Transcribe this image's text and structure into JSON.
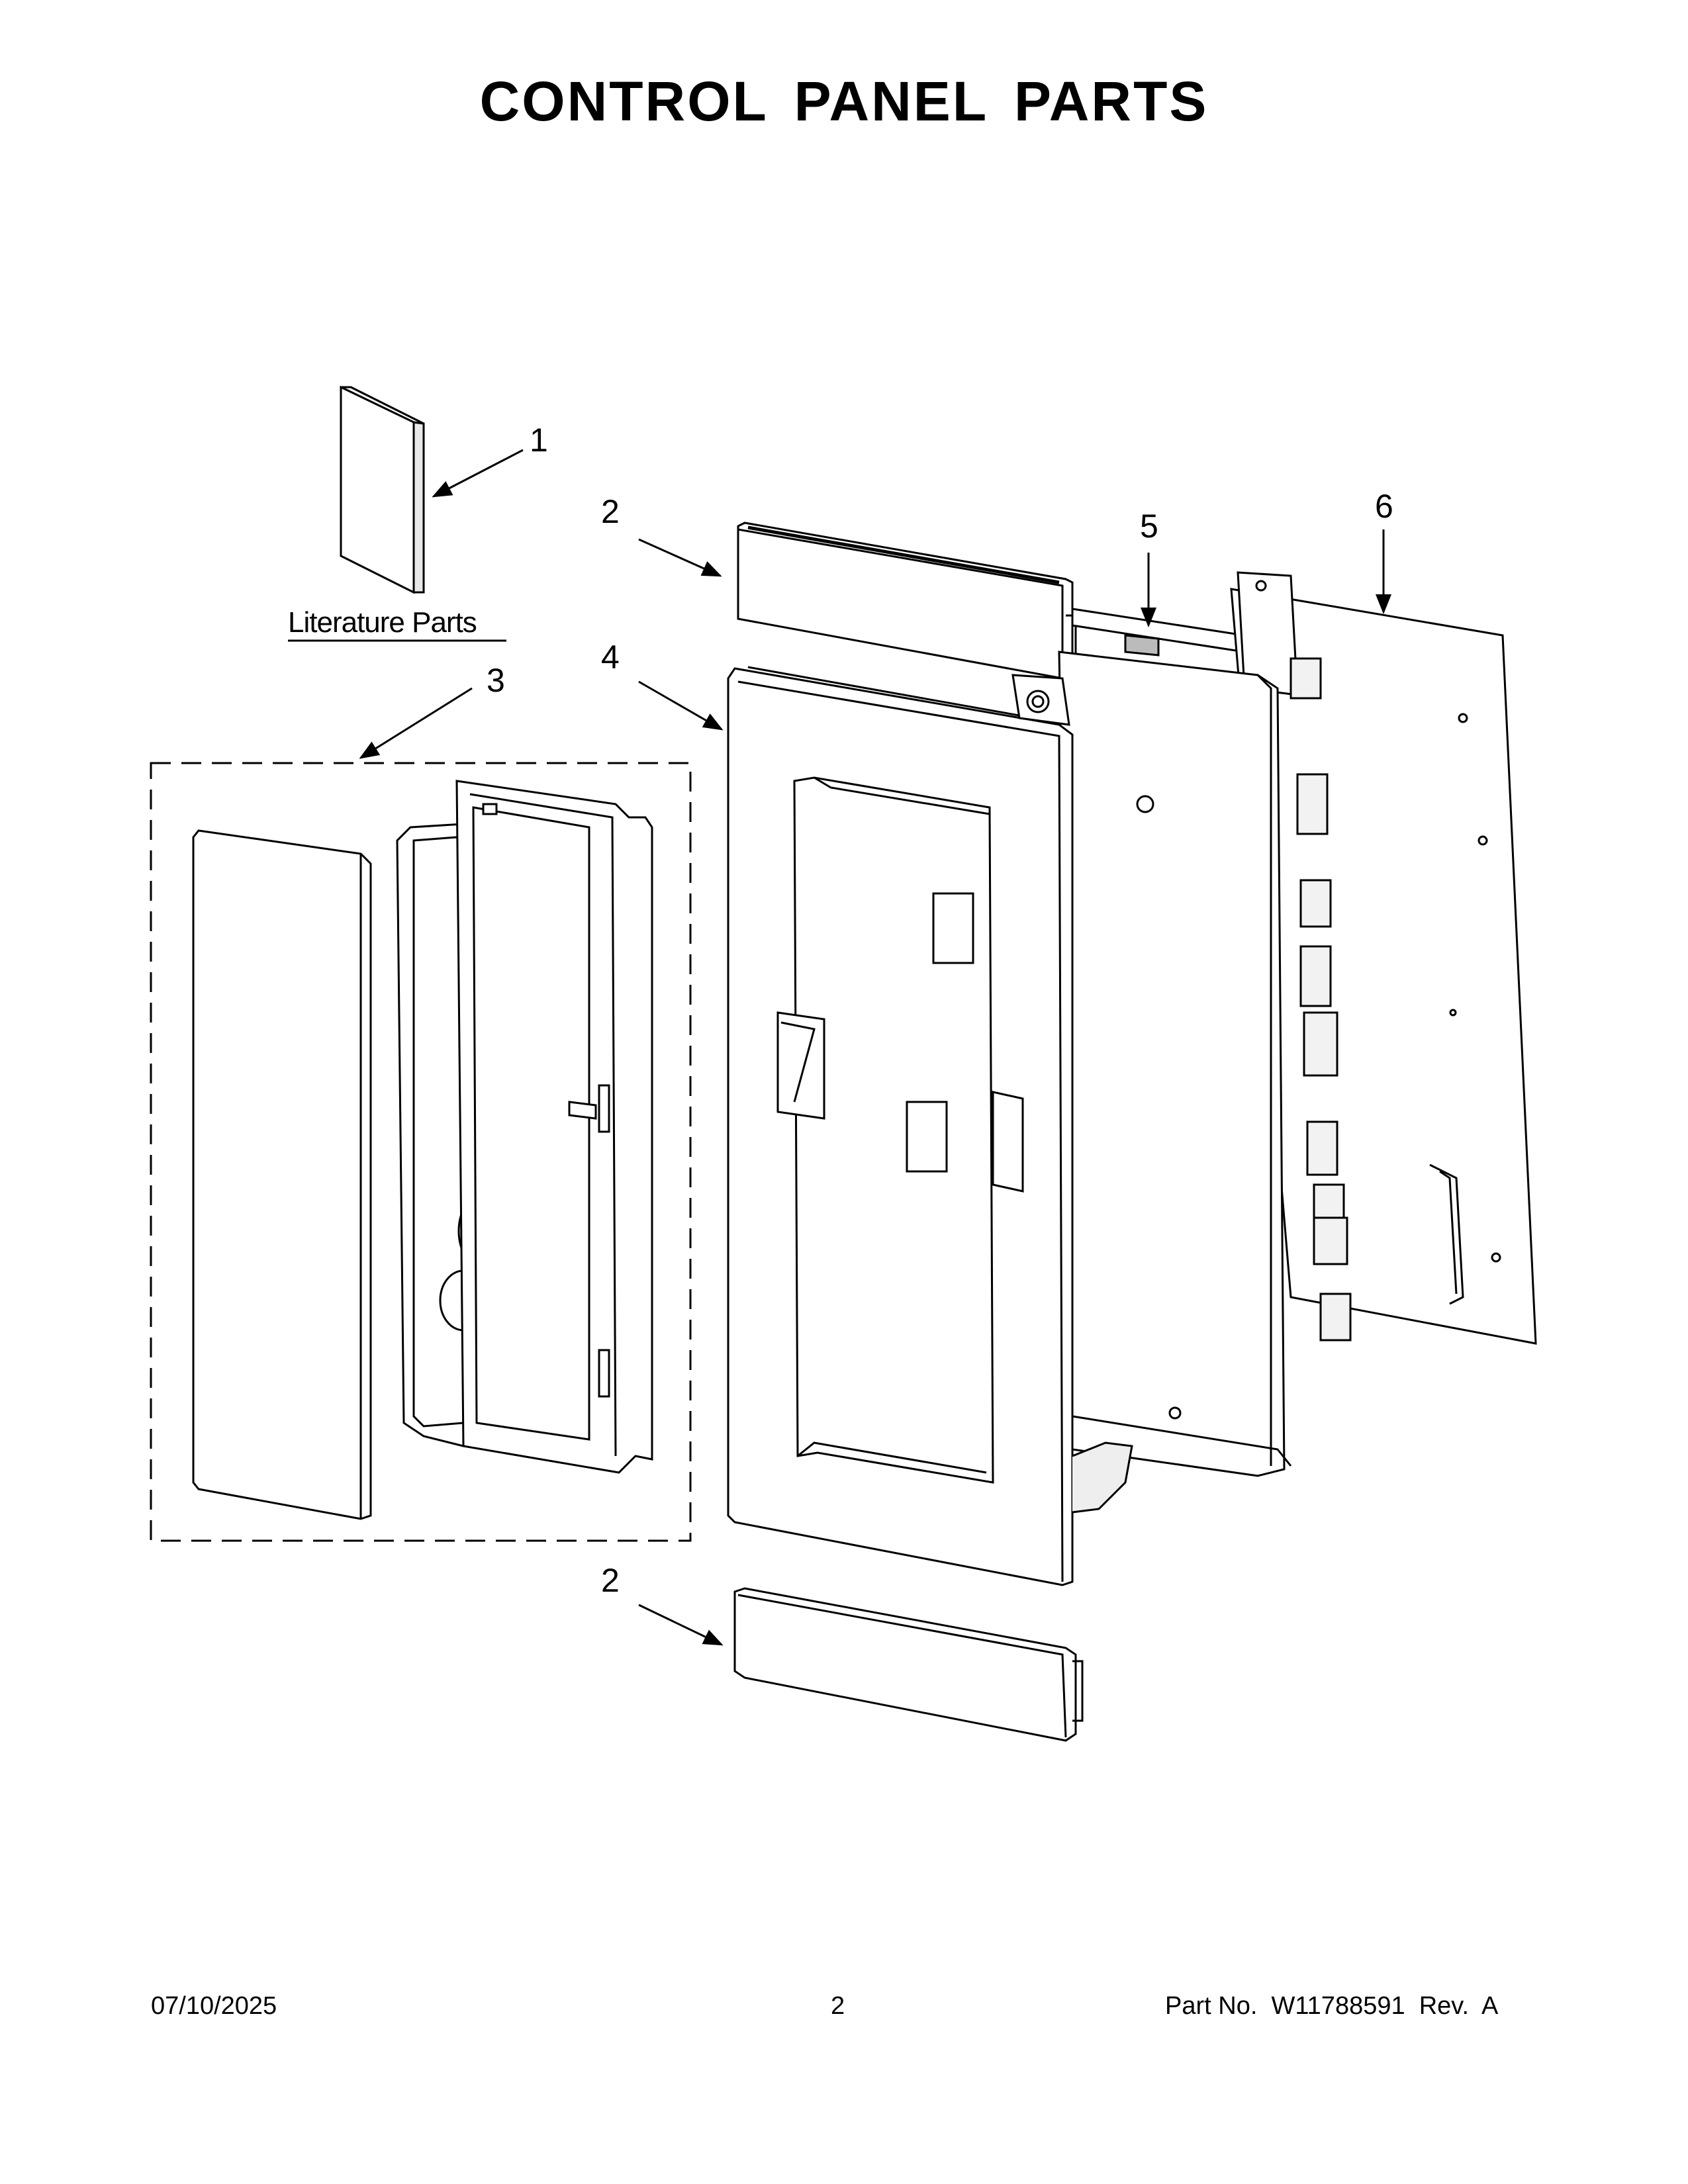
{
  "title": "CONTROL PANEL PARTS",
  "callouts": {
    "c1": "1",
    "c2_top": "2",
    "c3": "3",
    "c4": "4",
    "c5": "5",
    "c6": "6",
    "c2_bottom": "2"
  },
  "literature_label": "Literature Parts",
  "footer": {
    "date": "07/10/2025",
    "page": "2",
    "part_no": "Part No.  W11788591  Rev.  A"
  }
}
